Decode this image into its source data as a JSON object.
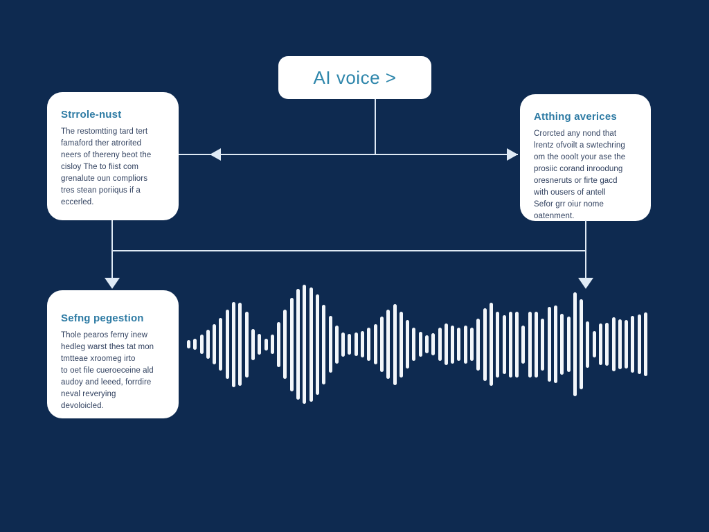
{
  "colors": {
    "background": "#0e2a50",
    "card_bg": "#ffffff",
    "accent_teal": "#2e86ab",
    "heading_teal": "#2e7ba4",
    "body_text": "#31415f",
    "connector": "#dfeaf5",
    "waveform": "#f2f6fa"
  },
  "root_node": {
    "label": "AI voice >"
  },
  "boxes": [
    {
      "id": "strrole-nust",
      "title": "Strrole-nust",
      "body": "The restomtting tard tert\nfamaford ther atrorited\nneers of thereny beot the\ncisloy The to fiist com\ngrenalute oun compliors\ntres stean poriiqus if a\neccerled."
    },
    {
      "id": "atthing-averices",
      "title": "Atthing averices",
      "body": "Crorcted any nond that\nlrentz ofvoilt a swtechring\nom the ooolt your ase the\nprosiic corand inroodung\noresneruts or firte gacd\nwith ousers of antell\nSefor grr oiur nome\noatenment."
    },
    {
      "id": "sefng-pegestion",
      "title": "Sefng pegestion",
      "body": "Thole pearos ferny inew\nhedleg warst thes tat mon\ntmtteae xroomeg irto\nto oet file cueroeceine ald\naudoy and leeed, forrdire\nneval reverying\ndevoloicled."
    }
  ],
  "waveform": {
    "bars": [
      12,
      16,
      28,
      42,
      58,
      76,
      100,
      123,
      120,
      95,
      45,
      30,
      17,
      28,
      65,
      100,
      135,
      160,
      172,
      165,
      145,
      115,
      82,
      55,
      35,
      30,
      34,
      38,
      48,
      58,
      80,
      100,
      117,
      95,
      70,
      48,
      36,
      26,
      32,
      48,
      60,
      55,
      48,
      55,
      48,
      75,
      105,
      120,
      95,
      85,
      95,
      95,
      55,
      95,
      95,
      75,
      108,
      112,
      88,
      80,
      150,
      130,
      67,
      38,
      60,
      62,
      78,
      72,
      70,
      82,
      86,
      92
    ]
  }
}
